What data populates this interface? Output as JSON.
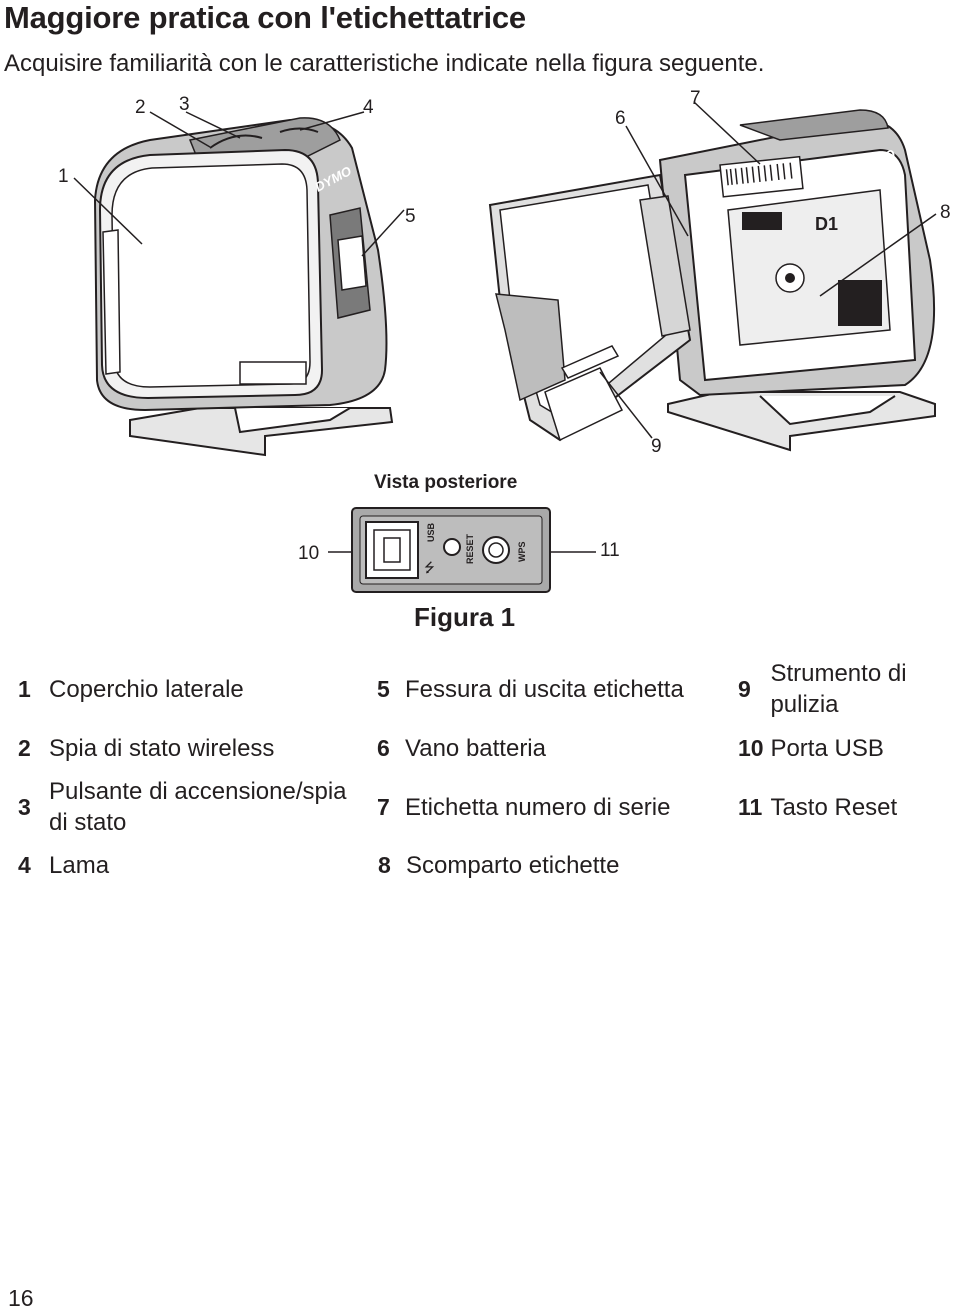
{
  "page": {
    "title": "Maggiore pratica con l'etichettatrice",
    "subtitle": "Acquisire familiarità con le caratteristiche indicate nella figura seguente.",
    "page_number": "16"
  },
  "figure": {
    "callouts": [
      "1",
      "2",
      "3",
      "4",
      "5",
      "6",
      "7",
      "8",
      "9",
      "10",
      "11"
    ],
    "rear_view_title": "Vista posteriore",
    "caption": "Figura 1",
    "device_brand": "DYMO",
    "cassette_label": "D1",
    "port_labels": {
      "usb": "USB",
      "reset": "RESET",
      "wps": "WPS"
    }
  },
  "legend": {
    "rows": [
      [
        {
          "num": "1",
          "label": "Coperchio laterale"
        },
        {
          "num": "5",
          "label": "Fessura di uscita etichetta"
        },
        {
          "num": "9",
          "label": "Strumento di pulizia"
        }
      ],
      [
        {
          "num": "2",
          "label": "Spia di stato wireless"
        },
        {
          "num": "6",
          "label": "Vano batteria"
        },
        {
          "num": "10",
          "label": "Porta USB"
        }
      ],
      [
        {
          "num": "3",
          "label": "Pulsante di accensione/spia di stato"
        },
        {
          "num": "7",
          "label": "Etichetta numero di serie"
        },
        {
          "num": "11",
          "label": "Tasto Reset"
        }
      ],
      [
        {
          "num": "4",
          "label": "Lama"
        },
        {
          "num": "8",
          "label": "Scomparto etichette"
        }
      ]
    ]
  }
}
